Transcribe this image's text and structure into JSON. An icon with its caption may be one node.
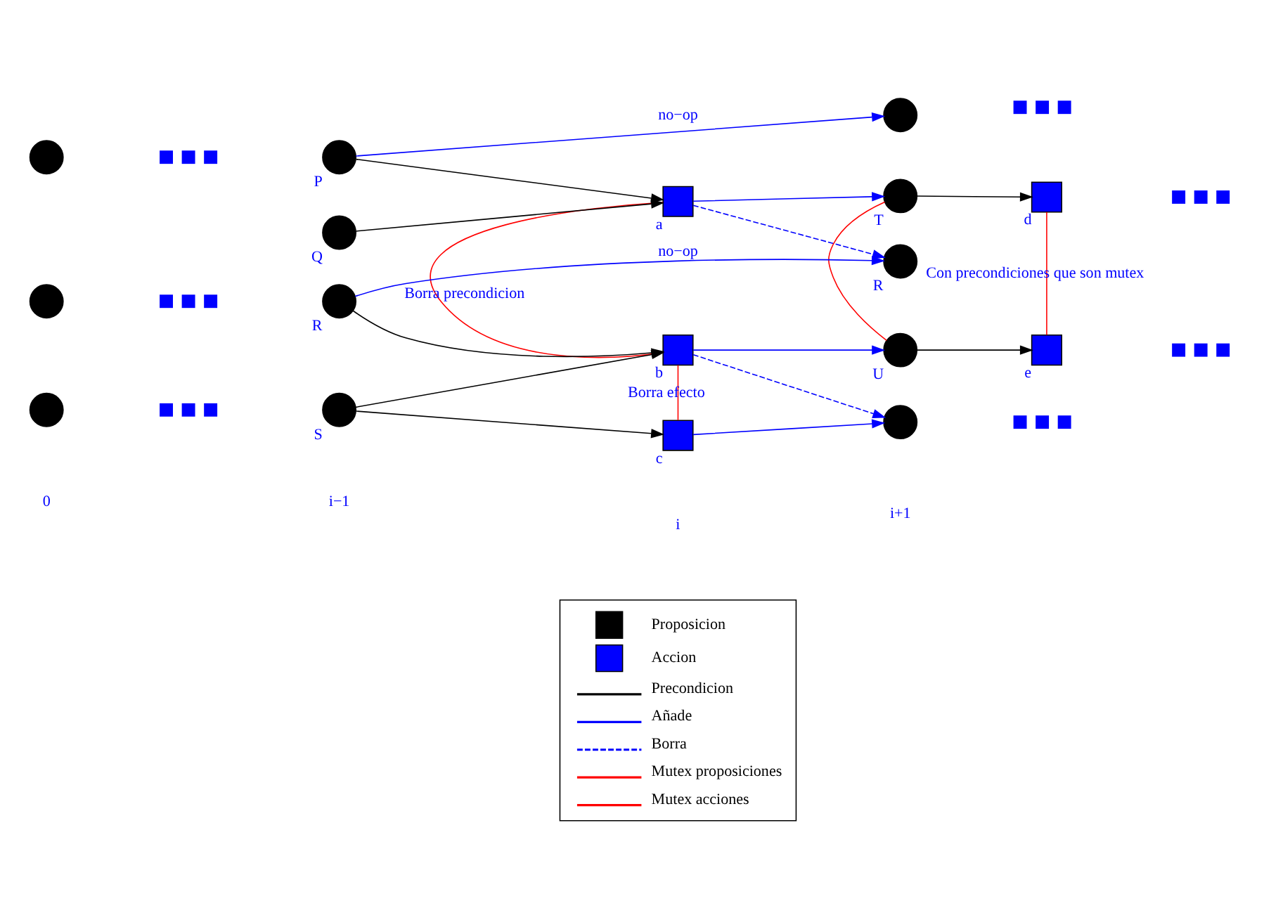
{
  "diagram": {
    "nodes": [
      {
        "text": [],
        "shape": "circle"
      },
      {
        "text": [],
        "shape": "dots"
      },
      {
        "text": [],
        "shape": "circle",
        "beside": [
          "P"
        ]
      },
      {
        "text": [],
        "shape": "circle"
      },
      {
        "text": [],
        "shape": "dots"
      },
      {
        "text": [],
        "shape": "box",
        "beside": [
          "a"
        ]
      },
      {
        "text": [],
        "shape": "circle",
        "beside": [
          "T"
        ]
      },
      {
        "text": [],
        "shape": "box",
        "beside": [
          "d"
        ]
      },
      {
        "text": [],
        "shape": "dots"
      },
      {
        "text": [],
        "shape": "circle",
        "beside": [
          "Q"
        ]
      },
      {
        "text": [],
        "shape": "circle"
      },
      {
        "text": [],
        "shape": "dots"
      },
      {
        "text": [],
        "shape": "circle",
        "beside": [
          "R"
        ]
      },
      {
        "text": [],
        "shape": "circle",
        "beside": [
          "R"
        ]
      },
      {
        "text": [],
        "shape": "box",
        "beside": [
          "b"
        ]
      },
      {
        "text": [],
        "shape": "circle",
        "beside": [
          "U"
        ]
      },
      {
        "text": [],
        "shape": "box",
        "beside": [
          "e"
        ]
      },
      {
        "text": [],
        "shape": "dots"
      },
      {
        "text": [],
        "shape": "circle"
      },
      {
        "text": [],
        "shape": "dots"
      },
      {
        "text": [],
        "shape": "circle",
        "beside": [
          "S"
        ]
      },
      {
        "text": [],
        "shape": "box",
        "beside": [
          "c"
        ]
      },
      {
        "text": [],
        "shape": "circle"
      },
      {
        "text": [],
        "shape": "dots"
      }
    ],
    "edges": [
      {
        "from": 2,
        "to": 3,
        "arrow": "to",
        "label": "no−op",
        "color": "#0000ff"
      },
      {
        "from": 2,
        "to": 5,
        "arrow": "to",
        "color": "#000000"
      },
      {
        "from": 9,
        "to": 5,
        "arrow": "to",
        "color": "#000000"
      },
      {
        "from": 5,
        "to": 6,
        "arrow": "to",
        "color": "#0000ff"
      },
      {
        "from": 5,
        "to": 13,
        "arrow": "to",
        "style": "dashed",
        "color": "#0000ff"
      },
      {
        "from": 6,
        "to": 7,
        "arrow": "to",
        "color": "#000000"
      },
      {
        "from": 12,
        "to": 13,
        "arrow": "to",
        "label": "no−op",
        "color": "#0000ff"
      },
      {
        "from": 12,
        "to": 14,
        "arrow": "to",
        "color": "#000000"
      },
      {
        "from": 20,
        "to": 14,
        "arrow": "to",
        "color": "#000000"
      },
      {
        "from": 20,
        "to": 21,
        "arrow": "to",
        "color": "#000000"
      },
      {
        "from": 14,
        "to": 15,
        "arrow": "to",
        "color": "#0000ff"
      },
      {
        "from": 14,
        "to": 22,
        "arrow": "to",
        "style": "dashed",
        "color": "#0000ff"
      },
      {
        "from": 21,
        "to": 22,
        "arrow": "to",
        "color": "#0000ff"
      },
      {
        "from": 15,
        "to": 16,
        "arrow": "to",
        "color": "#000000"
      },
      {
        "from": 6,
        "to": 15,
        "arrow": "none",
        "color": "#ff0000"
      },
      {
        "from": 5,
        "to": 14,
        "arrow": "none",
        "label": "Borra precondicion",
        "color": "#ff0000"
      },
      {
        "from": 14,
        "to": 21,
        "arrow": "none",
        "label": "Borra efecto",
        "color": "#ff0000"
      },
      {
        "from": 7,
        "to": 16,
        "arrow": "none",
        "label": "Con precondiciones que son mutex",
        "color": "#ff0000"
      }
    ],
    "labels": [
      "0",
      "i−1",
      "i",
      "i+1"
    ],
    "legend": [
      {
        "text": "Proposicion",
        "color": "#000000"
      },
      {
        "text": "Accion",
        "color": "#0000ff"
      },
      {
        "text": "Precondicion"
      },
      {
        "text": "Añade"
      },
      {
        "text": "Borra"
      },
      {
        "text": "Mutex proposiciones"
      },
      {
        "text": "Mutex acciones"
      }
    ]
  }
}
